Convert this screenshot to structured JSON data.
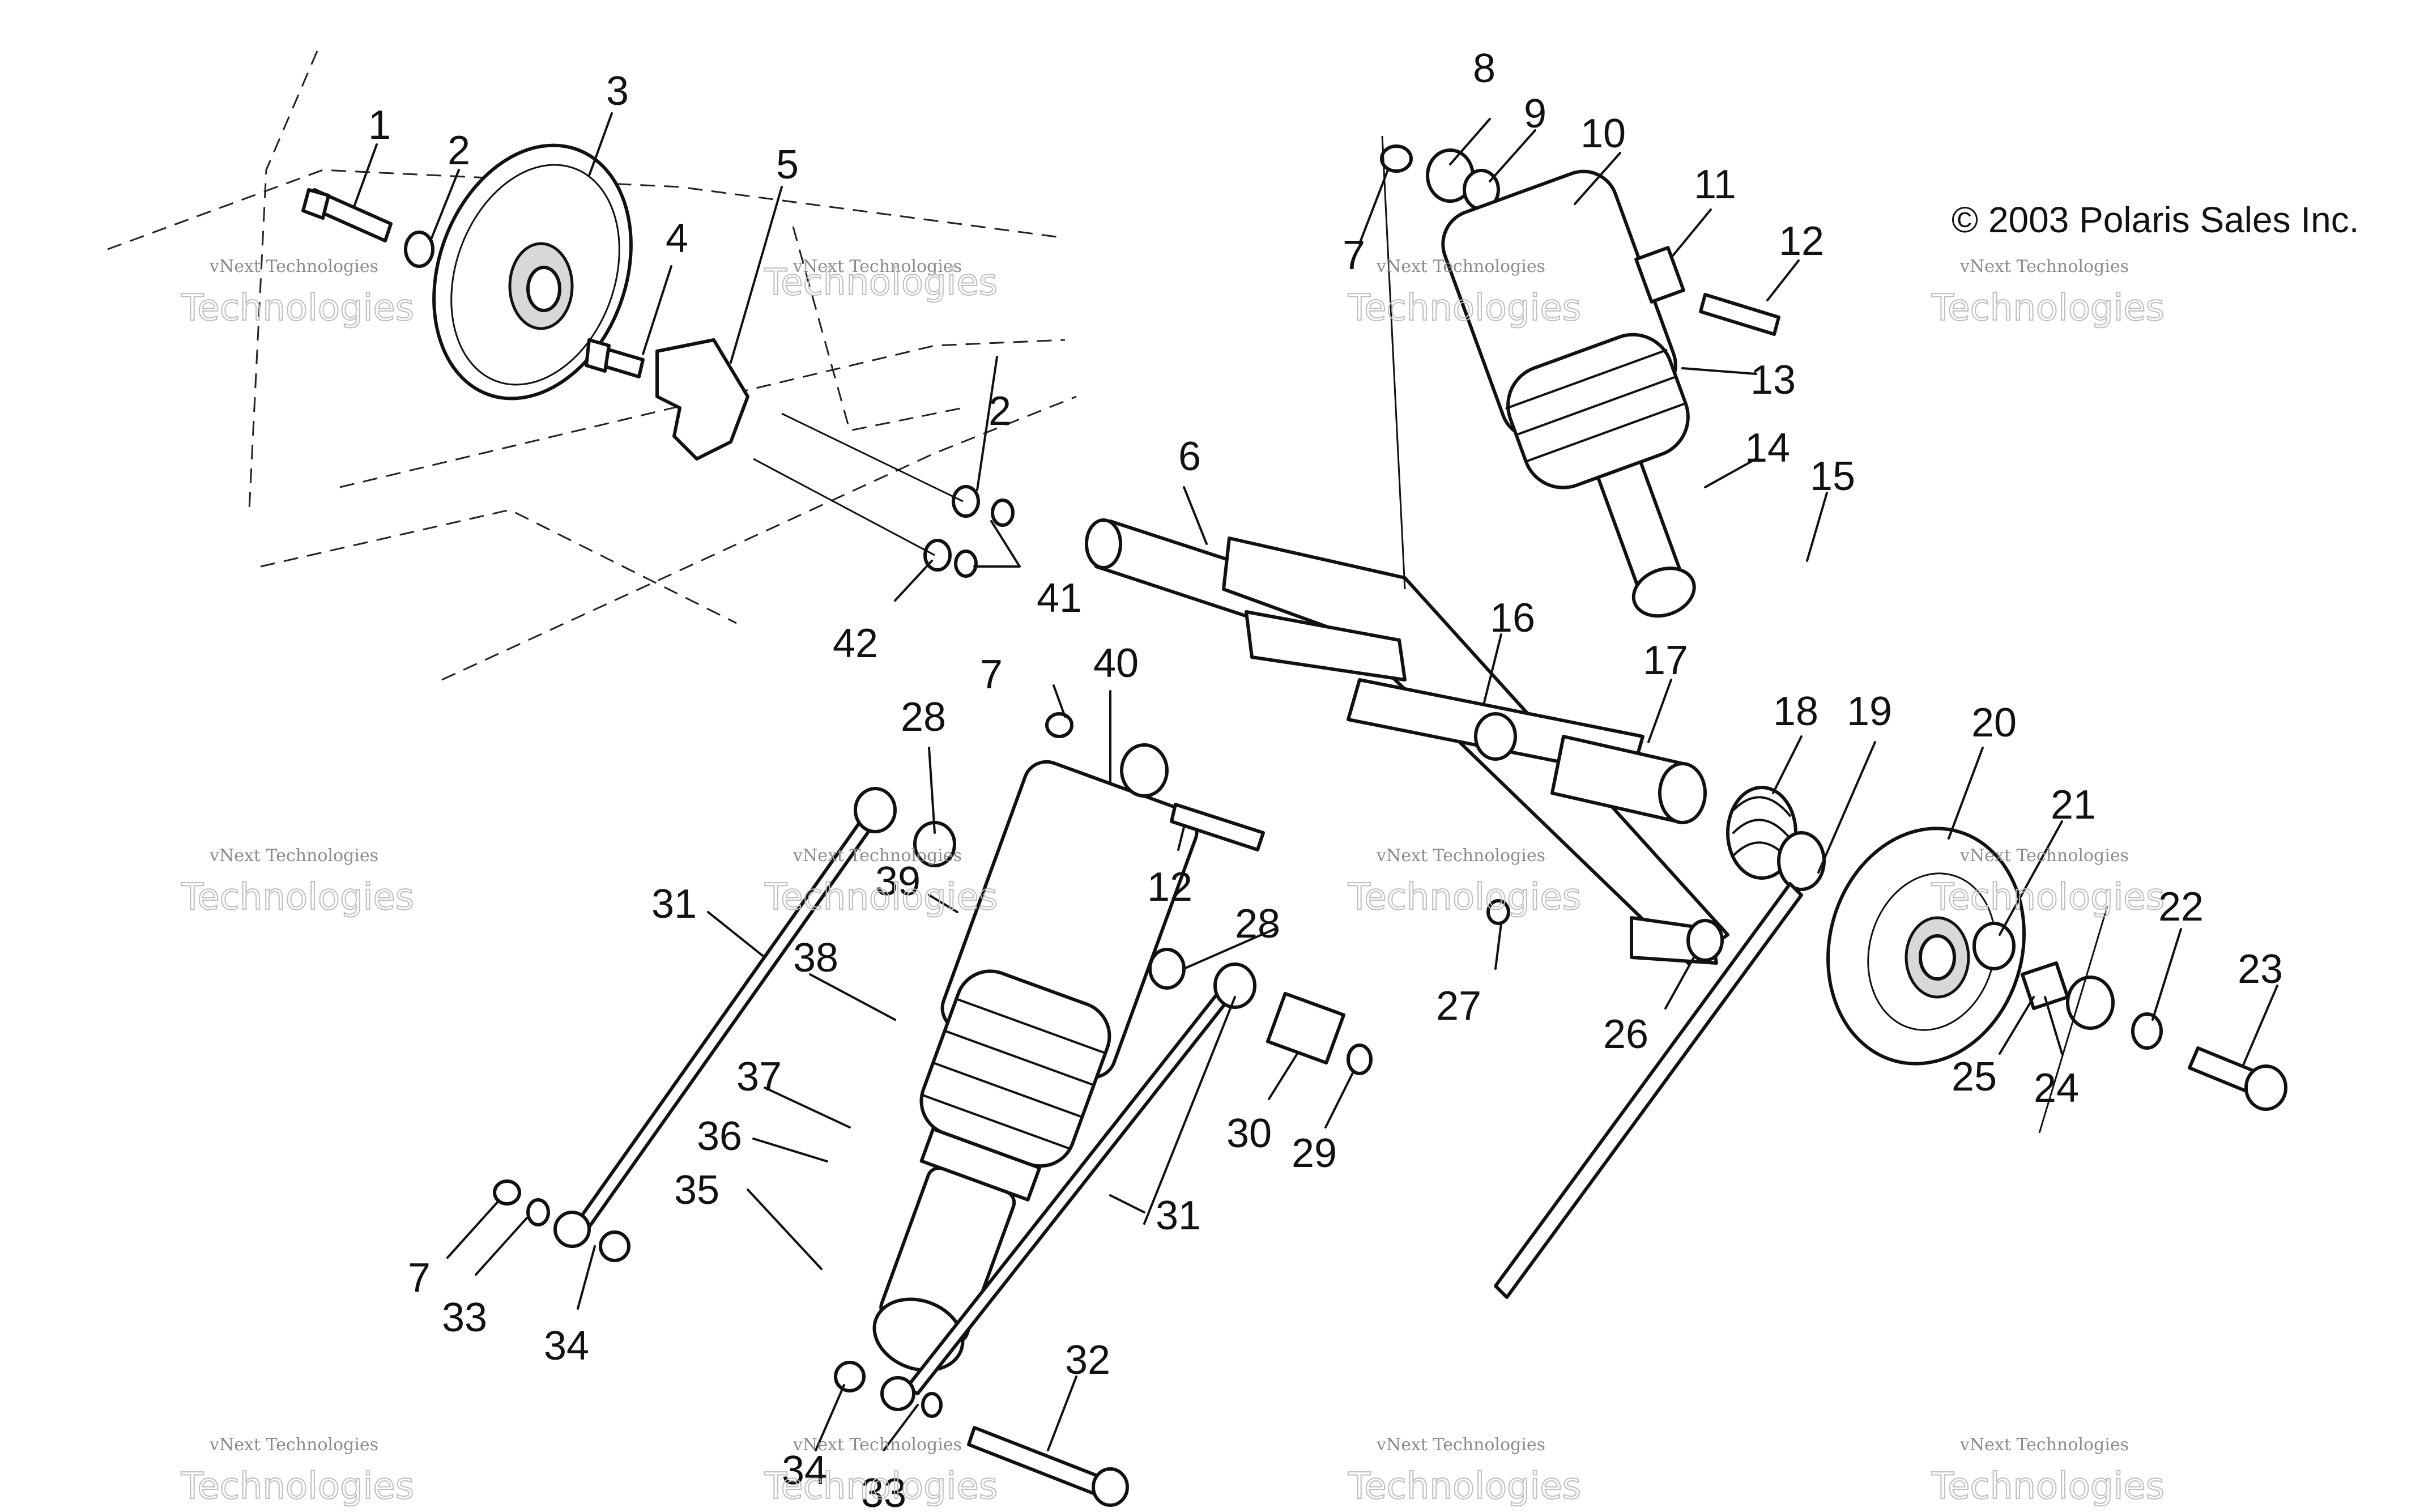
{
  "copyright": "© 2003 Polaris Sales Inc.",
  "watermark": {
    "line1": "vNext Technologies",
    "line2": "Technologies",
    "line3": "vNext"
  },
  "callouts": [
    "1",
    "2",
    "3",
    "4",
    "5",
    "2",
    "41",
    "42",
    "6",
    "7",
    "8",
    "9",
    "10",
    "11",
    "12",
    "13",
    "14",
    "15",
    "7",
    "16",
    "17",
    "18",
    "19",
    "20",
    "21",
    "22",
    "23",
    "24",
    "25",
    "26",
    "27",
    "28",
    "28",
    "29",
    "30",
    "31",
    "31",
    "12",
    "38",
    "37",
    "36",
    "35",
    "7",
    "33",
    "34",
    "40",
    "32",
    "34",
    "33",
    "39"
  ],
  "colors": {
    "ink": "#111111",
    "watermark": "#bdbdbd"
  }
}
